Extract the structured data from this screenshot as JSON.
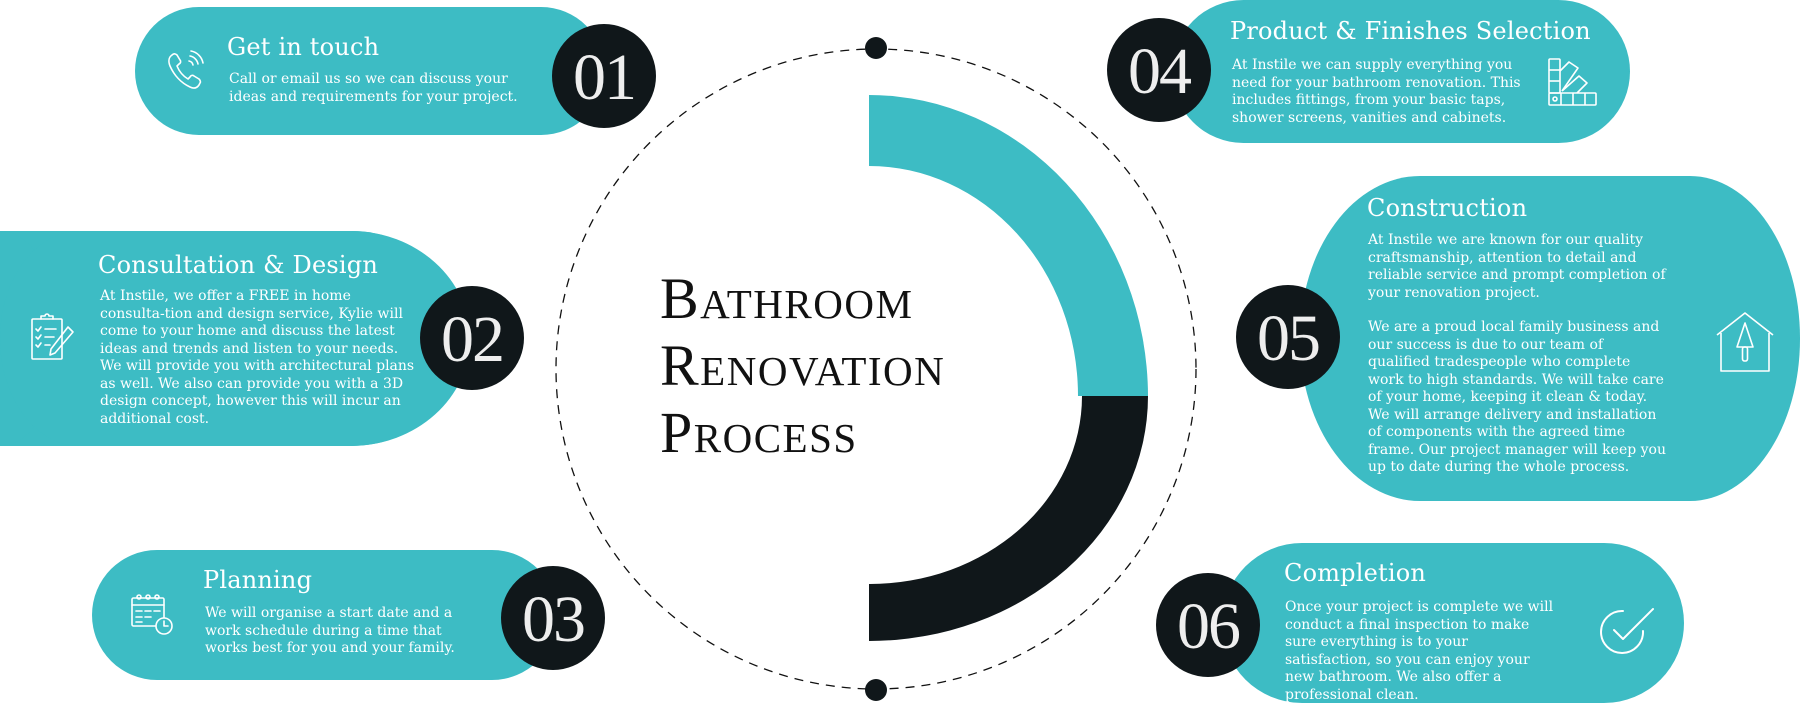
{
  "title": {
    "line1": "Bathroom",
    "line2": "Renovation",
    "line3": "Process"
  },
  "colors": {
    "teal": "#3dbcc4",
    "dark": "#10171a",
    "white": "#ffffff"
  },
  "steps": [
    {
      "number": "01",
      "title": "Get in touch",
      "icon": "phone-icon",
      "text": "Call or email us so we can discuss your ideas and requirements for your project."
    },
    {
      "number": "02",
      "title": "Consultation & Design",
      "icon": "clipboard-icon",
      "text": "At Instile, we offer a FREE in home consulta-tion and design service, Kylie will come to your home and discuss the latest ideas and trends and listen to your needs. We will provide you with architectural plans as well. We also can provide you with a 3D design concept, however this will incur an additional cost."
    },
    {
      "number": "03",
      "title": "Planning",
      "icon": "calendar-clock-icon",
      "text": "We will organise a start date and a work schedule during a time that works best for you and your family."
    },
    {
      "number": "04",
      "title": "Product & Finishes Selection",
      "icon": "swatch-fan-icon",
      "text": "At Instile we can supply everything you need for your bathroom renovation. This includes fittings, from your basic taps, shower screens, vanities and cabinets."
    },
    {
      "number": "05",
      "title": "Construction",
      "icon": "house-trowel-icon",
      "text": "At Instile we are known for our quality craftsmanship, attention to detail and reliable service and prompt completion of your renovation project.",
      "text2": "We are a proud local family business and our success is due to our team of qualified tradespeople who complete work to high standards. We will take care of your home, keeping it clean & today. We will arrange delivery and installation of components with the agreed time frame. Our project manager will keep you up to date during the whole process."
    },
    {
      "number": "06",
      "title": "Completion",
      "icon": "check-circle-icon",
      "text": "Once your project is complete we will conduct a final inspection to make sure everything is to your satisfaction, so you can enjoy your new bathroom. We also offer a professional clean."
    }
  ]
}
